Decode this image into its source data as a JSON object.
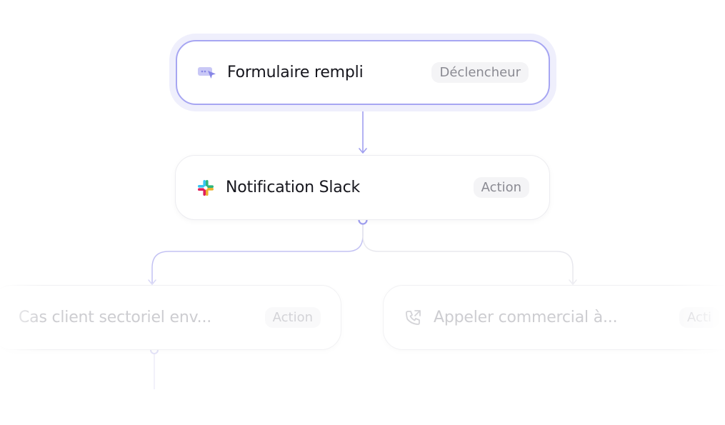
{
  "workflow": {
    "trigger": {
      "title": "Formulaire rempli",
      "badge": "Déclencheur",
      "icon": "form-cursor-icon"
    },
    "slack": {
      "title": "Notification Slack",
      "badge": "Action",
      "icon": "slack-icon"
    },
    "branches": [
      {
        "title": "Cas client sectoriel env...",
        "badge": "Action"
      },
      {
        "title": "Appeler commercial à...",
        "badge": "Acti",
        "icon": "phone-call-icon"
      }
    ]
  },
  "colors": {
    "accent": "#a7a6f2",
    "accent_glow": "#efeffc",
    "connector": "#a09ff0",
    "connector_faded": "#e4e4ec",
    "badge_bg": "#f4f4f6",
    "badge_text": "#8a8a92",
    "title_text": "#16161d"
  }
}
